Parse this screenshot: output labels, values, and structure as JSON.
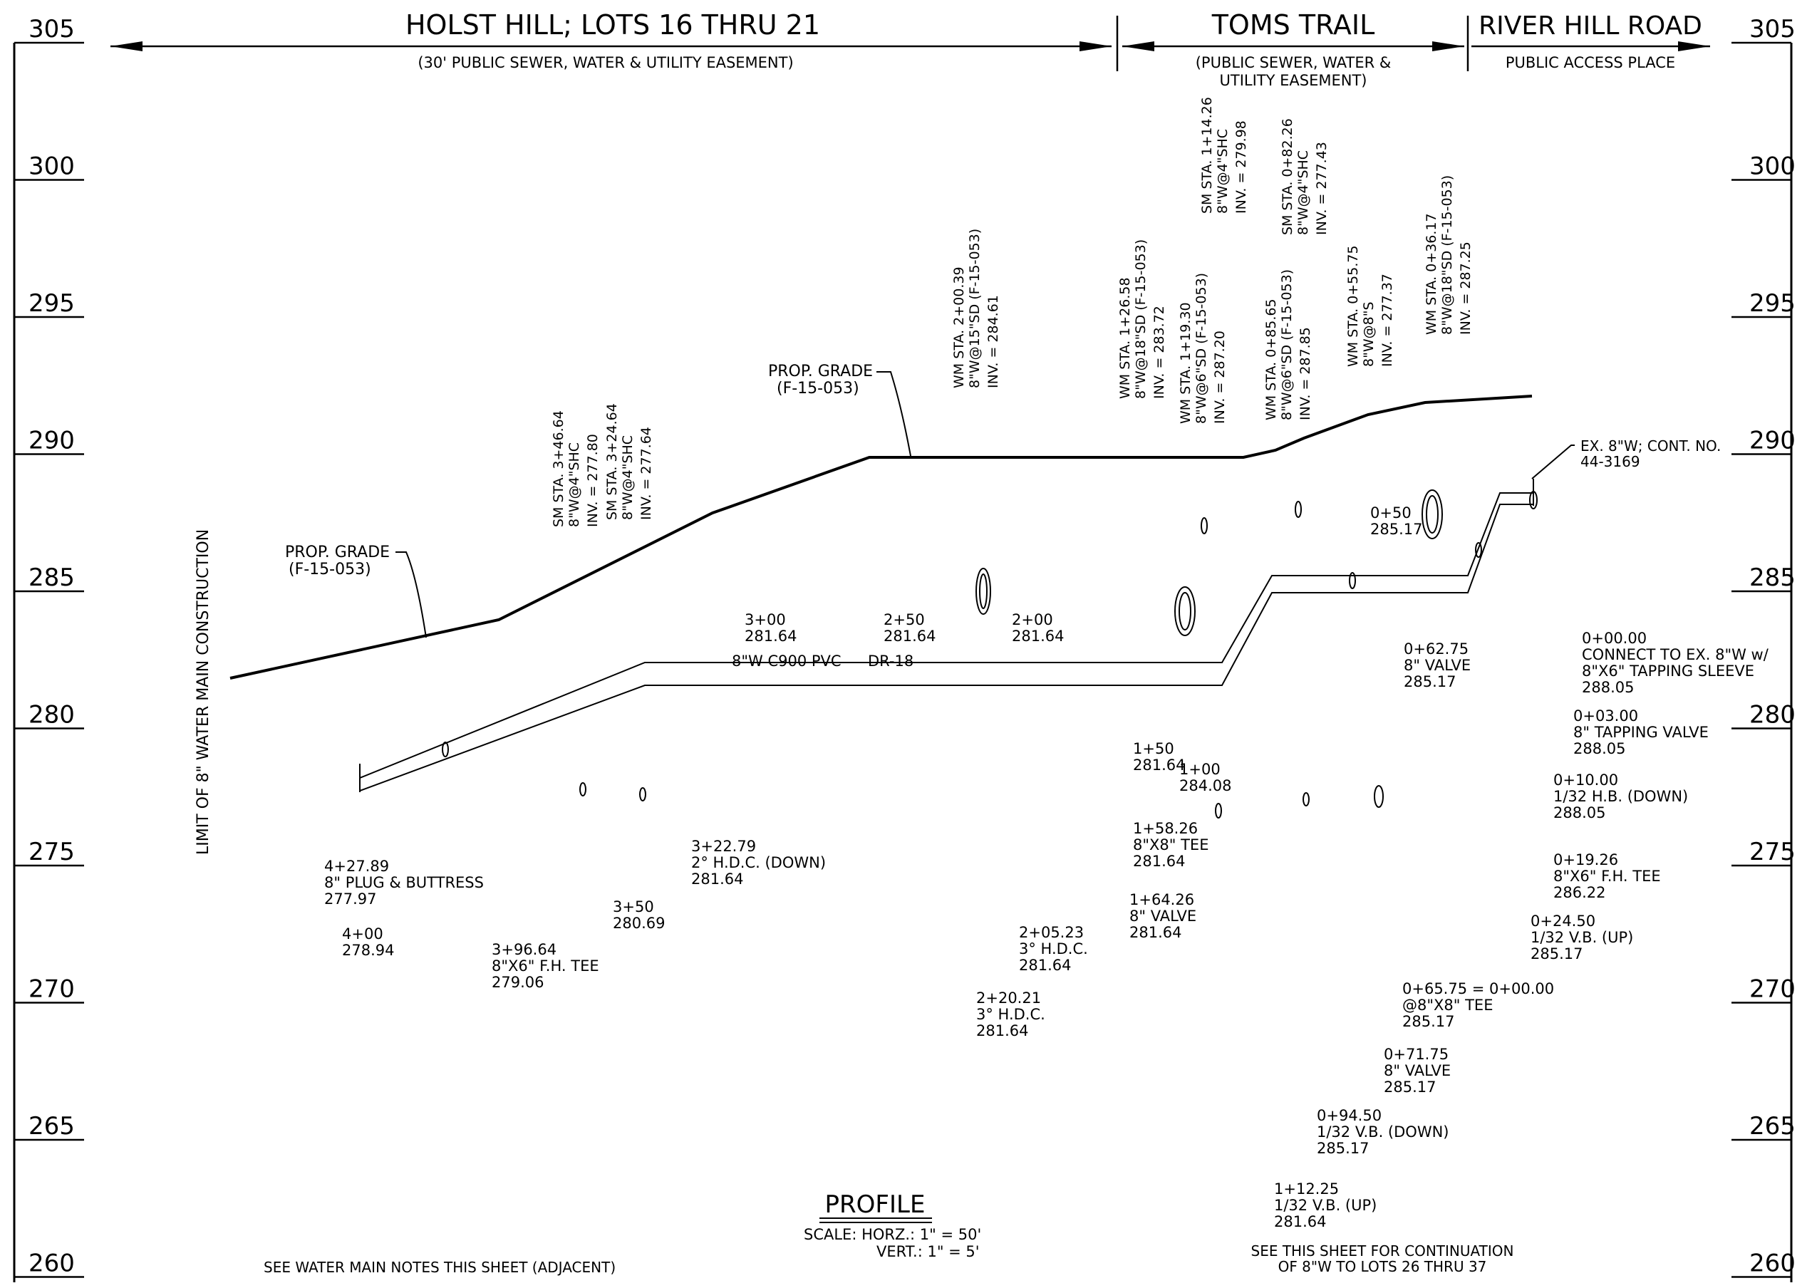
{
  "elevations": [
    "305",
    "300",
    "295",
    "290",
    "285",
    "280",
    "275",
    "270",
    "265",
    "260"
  ],
  "headers": {
    "holst": {
      "title": "HOLST HILL; LOTS 16 THRU 21",
      "sub": "(30' PUBLIC SEWER, WATER & UTILITY EASEMENT)"
    },
    "toms": {
      "title": "TOMS TRAIL",
      "sub1": "(PUBLIC SEWER, WATER &",
      "sub2": "UTILITY EASEMENT)"
    },
    "river": {
      "title": "RIVER HILL ROAD",
      "sub": "PUBLIC ACCESS PLACE"
    }
  },
  "limit_label": "LIMIT OF 8\" WATER MAIN CONSTRUCTION",
  "grade_labels": [
    {
      "l1": "PROP. GRADE",
      "l2": "(F-15-053)"
    },
    {
      "l1": "PROP. GRADE",
      "l2": "(F-15-053)"
    }
  ],
  "pipe_labels": {
    "material": "8\"W C900 PVC",
    "class": "DR-18"
  },
  "crossings": [
    {
      "l1": "SM STA. 3+46.64",
      "l2": "8\"W@4\"SHC",
      "l3": "INV. = 277.80"
    },
    {
      "l1": "SM STA. 3+24.64",
      "l2": "8\"W@4\"SHC",
      "l3": "INV. = 277.64"
    },
    {
      "l1": "WM STA. 2+00.39",
      "l2": "8\"W@15\"SD (F-15-053)",
      "l3": "INV. = 284.61"
    },
    {
      "l1": "WM STA. 1+26.58",
      "l2": "8\"W@18\"SD (F-15-053)",
      "l3": "INV. = 283.72"
    },
    {
      "l1": "WM STA. 1+19.30",
      "l2": "8\"W@6\"SD (F-15-053)",
      "l3": "INV. = 287.20"
    },
    {
      "l1": "SM STA. 1+14.26",
      "l2": "8\"W@4\"SHC",
      "l3": "INV. = 279.98"
    },
    {
      "l1": "WM STA. 0+85.65",
      "l2": "8\"W@6\"SD (F-15-053)",
      "l3": "INV. = 287.85"
    },
    {
      "l1": "SM STA. 0+82.26",
      "l2": "8\"W@4\"SHC",
      "l3": "INV. = 277.43"
    },
    {
      "l1": "WM STA. 0+55.75",
      "l2": "8\"W@8\"S",
      "l3": "INV. = 277.37"
    },
    {
      "l1": "WM STA. 0+36.17",
      "l2": "8\"W@18\"SD (F-15-053)",
      "l3": "INV. = 287.25"
    }
  ],
  "stations_left": [
    {
      "l1": "4+27.89",
      "l2": "8\" PLUG & BUTTRESS",
      "l3": "277.97"
    },
    {
      "l1": "4+00",
      "l2": "278.94"
    },
    {
      "l1": "3+96.64",
      "l2": "8\"X6\" F.H. TEE",
      "l3": "279.06"
    },
    {
      "l1": "3+50",
      "l2": "280.69"
    },
    {
      "l1": "3+22.79",
      "l2": "2° H.D.C. (DOWN)",
      "l3": "281.64"
    },
    {
      "l1": "3+00",
      "l2": "281.64"
    },
    {
      "l1": "2+50",
      "l2": "281.64"
    },
    {
      "l1": "2+00",
      "l2": "281.64"
    },
    {
      "l1": "2+05.23",
      "l2": "3° H.D.C.",
      "l3": "281.64"
    },
    {
      "l1": "2+20.21",
      "l2": "3° H.D.C.",
      "l3": "281.64"
    },
    {
      "l1": "1+50",
      "l2": "281.64"
    },
    {
      "l1": "1+58.26",
      "l2": "8\"X8\" TEE",
      "l3": "281.64"
    },
    {
      "l1": "1+64.26",
      "l2": "8\" VALVE",
      "l3": "281.64"
    },
    {
      "l1": "1+00",
      "l2": "284.08"
    }
  ],
  "stations_right": [
    {
      "l1": "0+50",
      "l2": "285.17"
    },
    {
      "l1": "0+62.75",
      "l2": "8\" VALVE",
      "l3": "285.17"
    },
    {
      "l1": "0+00.00",
      "l2": "CONNECT TO EX. 8\"W w/",
      "l3": "8\"X6\" TAPPING SLEEVE",
      "l4": "288.05"
    },
    {
      "l1": "0+03.00",
      "l2": "8\" TAPPING VALVE",
      "l3": "288.05"
    },
    {
      "l1": "0+10.00",
      "l2": "1/32 H.B. (DOWN)",
      "l3": "288.05"
    },
    {
      "l1": "0+19.26",
      "l2": "8\"X6\" F.H. TEE",
      "l3": "286.22"
    },
    {
      "l1": "0+24.50",
      "l2": "1/32 V.B. (UP)",
      "l3": "285.17"
    },
    {
      "l1": "0+65.75 = 0+00.00",
      "l2": "@8\"X8\" TEE",
      "l3": "285.17"
    },
    {
      "l1": "0+71.75",
      "l2": "8\" VALVE",
      "l3": "285.17"
    },
    {
      "l1": "0+94.50",
      "l2": "1/32 V.B. (DOWN)",
      "l3": "285.17"
    },
    {
      "l1": "1+12.25",
      "l2": "1/32 V.B. (UP)",
      "l3": "281.64"
    }
  ],
  "existing": {
    "l1": "EX. 8\"W; CONT. NO.",
    "l2": "44-3169"
  },
  "profile": {
    "title": "PROFILE",
    "scale": "SCALE: HORZ.: 1\" = 50'",
    "vert": "VERT.: 1\" = 5'"
  },
  "notes": {
    "left": "SEE WATER MAIN NOTES THIS SHEET (ADJACENT)",
    "right1": "SEE THIS SHEET FOR CONTINUATION",
    "right2": "OF 8\"W TO LOTS 26 THRU 37"
  }
}
